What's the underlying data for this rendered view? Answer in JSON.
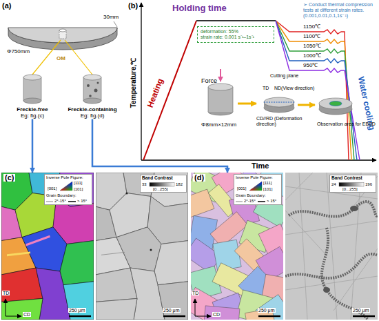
{
  "diagram": {
    "nodes": [
      {
        "text": [
          "Freckle-free",
          "Eg: fig.(c)"
        ]
      },
      {
        "text": [
          "Freckle-containing",
          "Eg: fig.(d)"
        ]
      },
      {
        "text": [
          "deformation: 55%",
          "strain rate: 0.001 s⁻¹–1s⁻¹"
        ]
      },
      {
        "text": [
          "(c)"
        ]
      },
      {
        "text": [
          "Inverse Pole Figure:",
          "[111]",
          "[001]",
          "[101]",
          "Grain Boundary:",
          "2°-15°",
          "> 15°"
        ],
        "in": 3
      },
      {
        "text": [
          "Band Contrast",
          "33",
          "[0...255]",
          "182"
        ]
      },
      {
        "text": [
          "(d)"
        ]
      },
      {
        "text": [
          "Inverse Pole Figure:",
          "[111]",
          "[001]",
          "[101]",
          "Grain Boundary:",
          "2°-15°",
          "> 15°"
        ],
        "in": 6
      },
      {
        "text": [
          "Band Contrast",
          "24",
          "[0...255]",
          "196"
        ]
      }
    ],
    "edges": [
      {
        "from": 0,
        "to": 3,
        "arrow": "to"
      },
      {
        "from": 1,
        "to": 6,
        "arrow": "to"
      }
    ],
    "labels": [
      "(a)",
      "Φ750mm",
      "30mm",
      "OM",
      "(b)",
      "Holding time",
      "Heating",
      "Temperature,℃",
      "Time",
      "1150℃",
      "1100℃",
      "1050℃",
      "1000℃",
      "950℃",
      "Water cooling",
      "➢ Conduct thermal compression tests at different strain rates. (0.001,0.01,0.1,1s⁻¹)",
      "Force",
      "Φ8mm×12mm",
      "Cutting plane",
      "TD",
      "ND(View direction)",
      "CD//RD (Deformation direction)",
      "Observation area for EBSD",
      "TD",
      "CD",
      "250 μm",
      "250 μm",
      "TD",
      "CD",
      "250 μm",
      "250 μm"
    ]
  }
}
